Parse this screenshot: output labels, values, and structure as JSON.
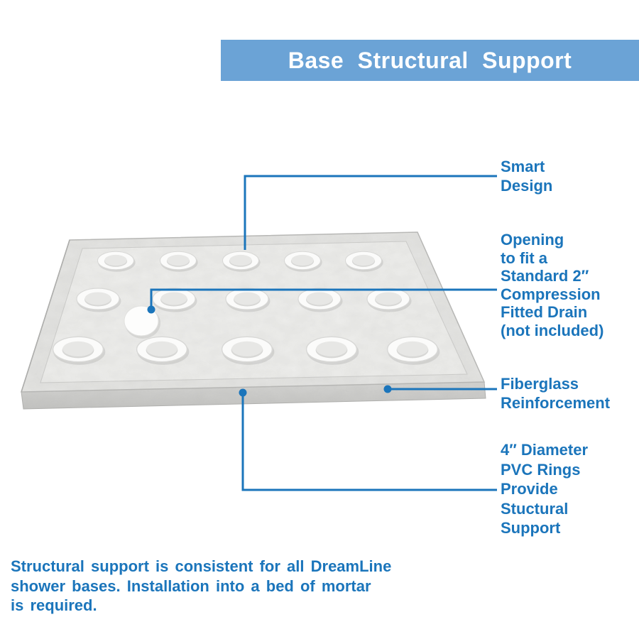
{
  "header": {
    "title": "Base Structural Support"
  },
  "colors": {
    "accent_blue": "#1B75BB",
    "header_bg": "#6BA3D6",
    "header_text": "#FFFFFF",
    "pan_surface": "#E8E8E6"
  },
  "callouts": [
    {
      "id": "smart-design",
      "lines": [
        "Smart",
        "Design"
      ]
    },
    {
      "id": "drain-opening",
      "lines": [
        "Opening",
        "to fit a",
        "Standard 2″",
        "Compression",
        "Fitted Drain",
        "(not included)"
      ]
    },
    {
      "id": "fiberglass",
      "lines": [
        "Fiberglass",
        "Reinforcement"
      ]
    },
    {
      "id": "pvc-rings",
      "lines": [
        "4″ Diameter",
        "PVC Rings",
        "Provide",
        "Stuctural",
        "Support"
      ]
    }
  ],
  "footer": {
    "lines": [
      "Structural support is consistent for all DreamLine",
      "shower bases. Installation into a bed of mortar",
      "is required."
    ]
  }
}
